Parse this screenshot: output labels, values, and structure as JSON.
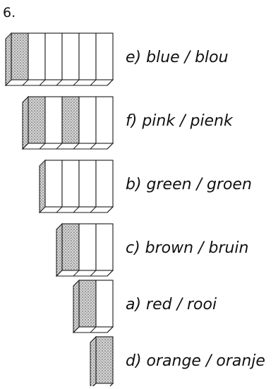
{
  "question_number": "6.",
  "stacks": [
    {
      "units": 6,
      "shaded_units": [
        0
      ],
      "label": "e)  blue / blou"
    },
    {
      "units": 5,
      "shaded_units": [
        0,
        2
      ],
      "label": "f)  pink / pienk"
    },
    {
      "units": 4,
      "shaded_units": [],
      "label": "b) green / groen"
    },
    {
      "units": 3,
      "shaded_units": [
        0
      ],
      "label": "c)  brown / bruin"
    },
    {
      "units": 2,
      "shaded_units": [
        0
      ],
      "label": "a)  red / rooi"
    },
    {
      "units": 1,
      "shaded_units": [
        0
      ],
      "label": "d)  orange / oranje"
    }
  ],
  "colors": {
    "ink": "#1a1a1a",
    "shade": "#9a9a9a",
    "paper": "#ffffff"
  }
}
